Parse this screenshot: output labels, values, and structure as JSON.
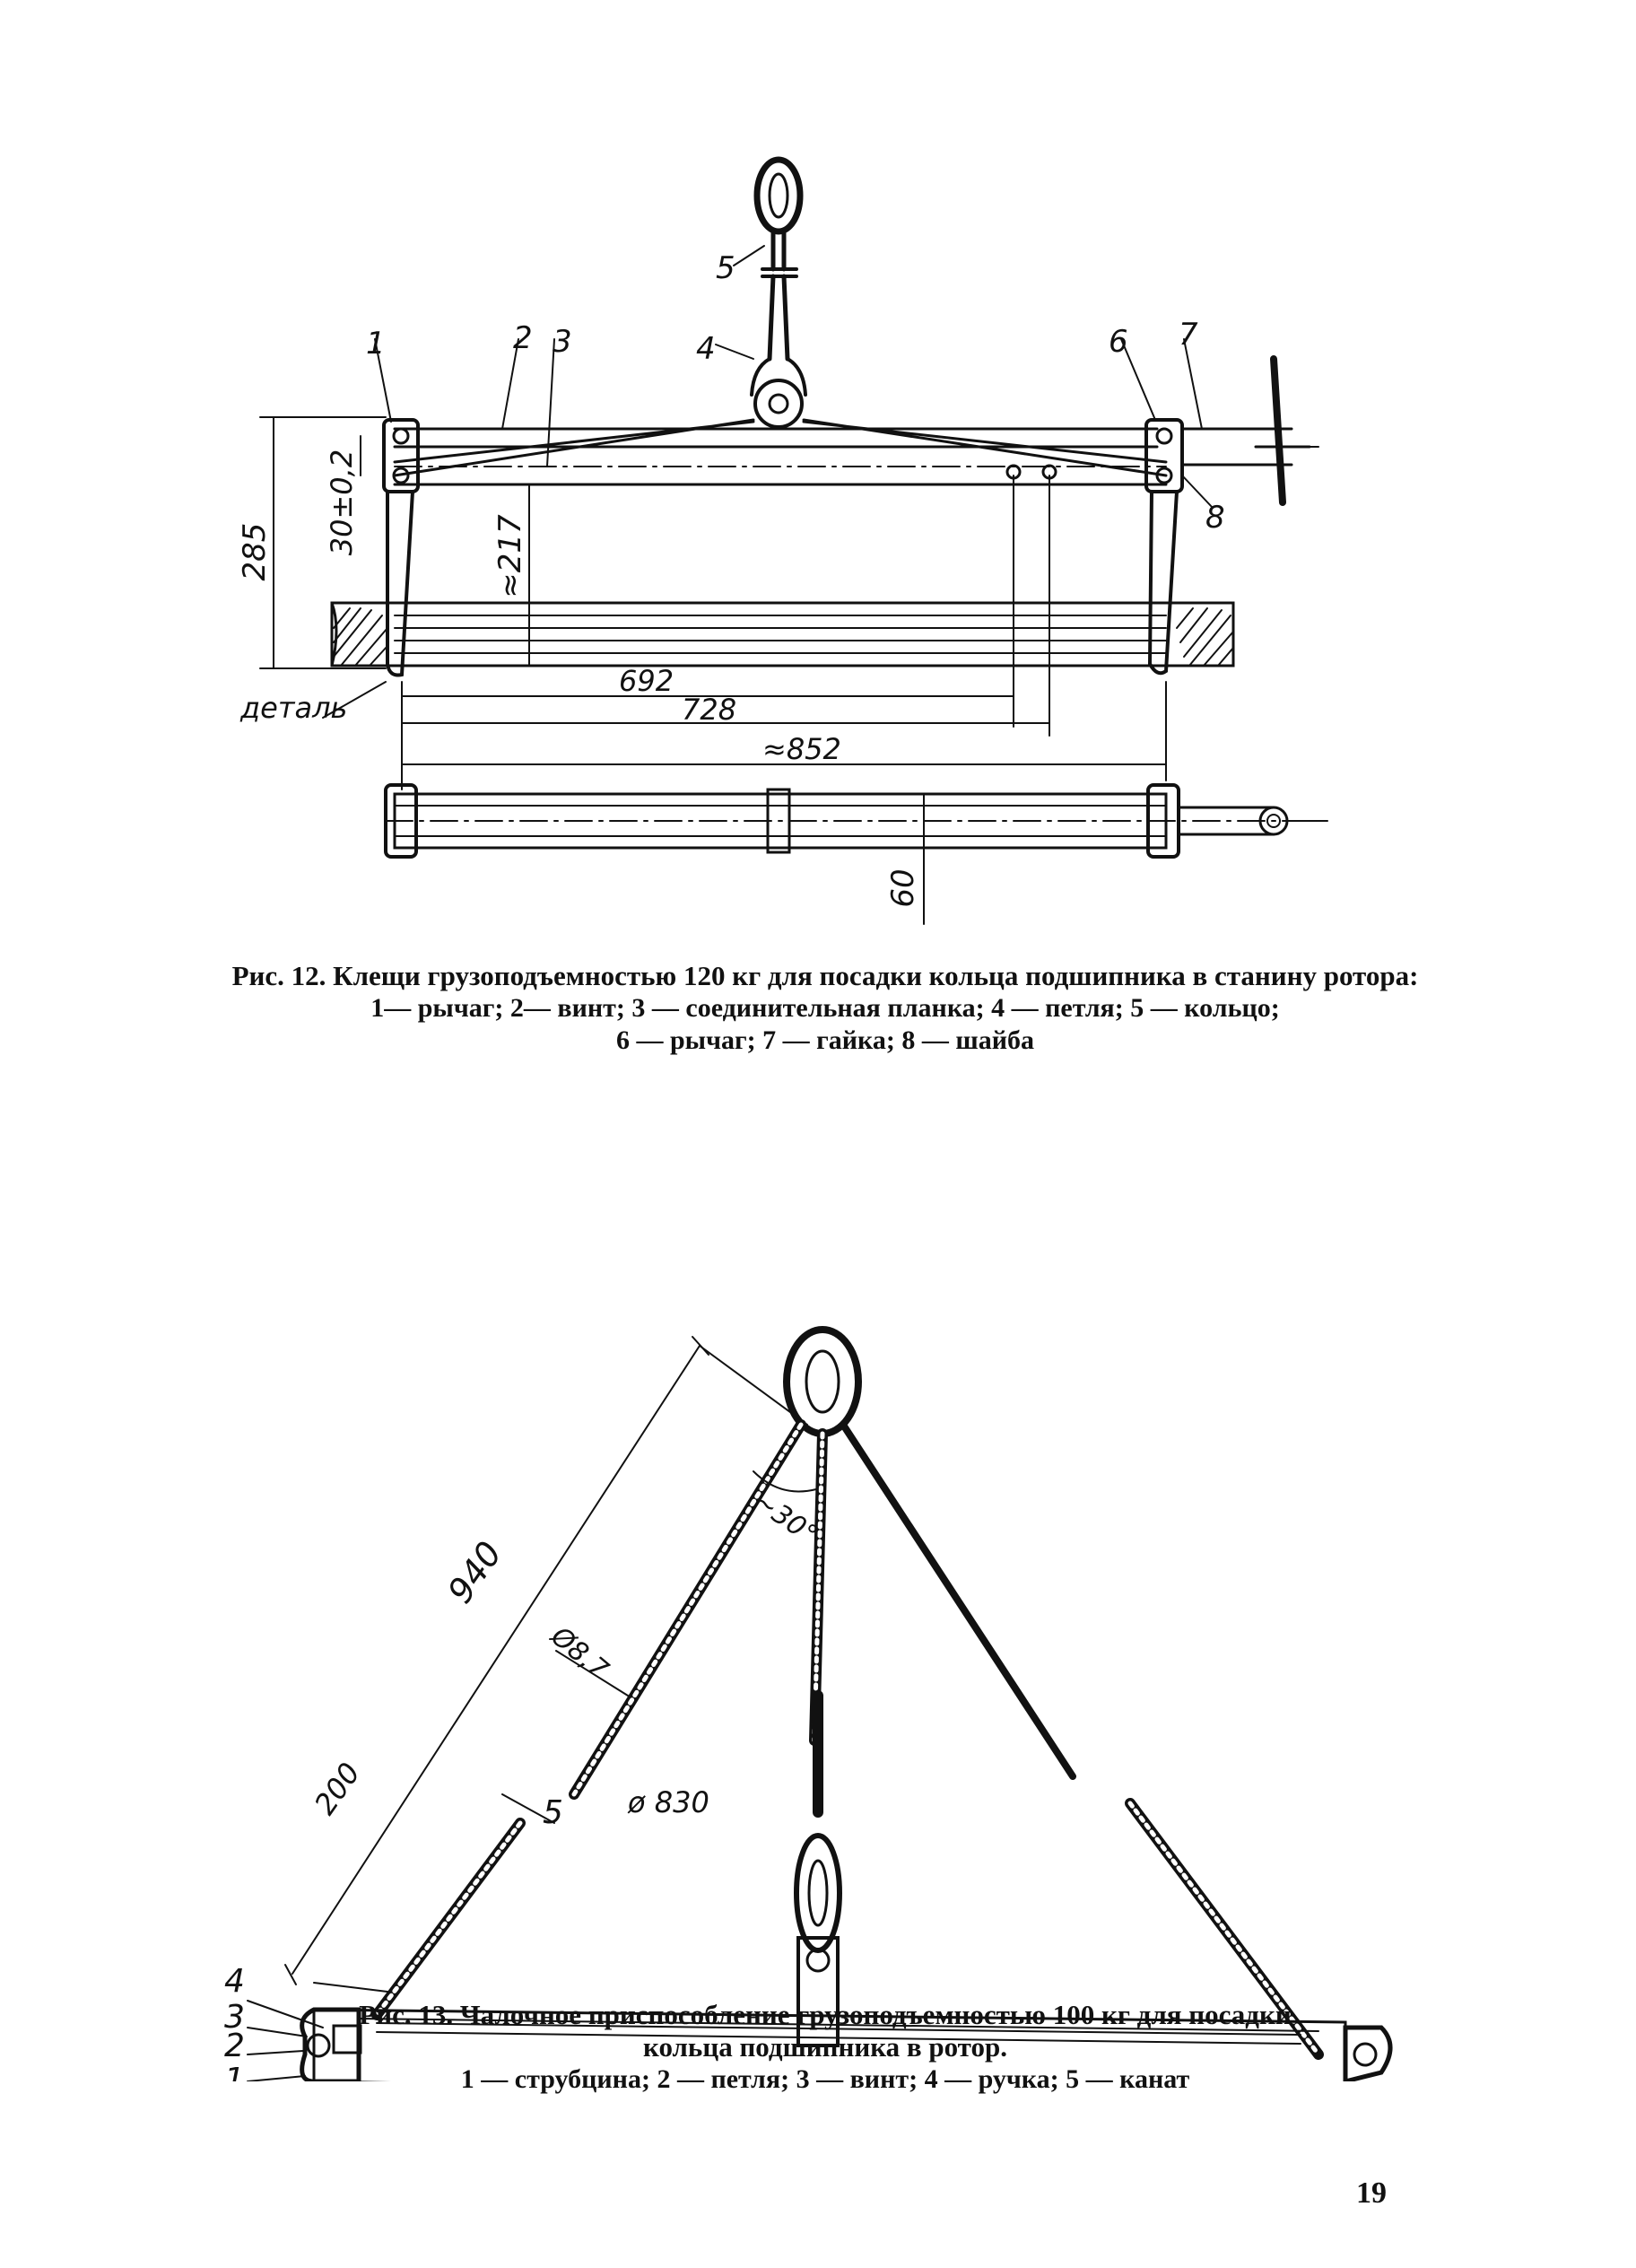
{
  "figure12": {
    "labels": {
      "n1": "1",
      "n2": "2",
      "n3": "3",
      "n4": "4",
      "n5": "5",
      "n6": "6",
      "n7": "7",
      "n8": "8",
      "dim_285": "285",
      "dim_30": "30±0,2",
      "dim_217": "≈217",
      "dim_692": "692",
      "dim_728": "728",
      "dim_852": "≈852",
      "dim_60": "60",
      "detail": "деталь"
    },
    "caption": "Рис. 12. Клещи грузоподъемностью 120 кг для посадки кольца подшипника в станину ротора:",
    "legend_line1": "1— рычаг; 2— винт; 3 — соединительная планка; 4 — петля; 5 — кольцо;",
    "legend_line2": "6 — рычаг; 7 — гайка; 8 — шайба"
  },
  "figure13": {
    "labels": {
      "n1": "1",
      "n2": "2",
      "n3": "3",
      "n4": "4",
      "n5": "5",
      "dim_940": "940",
      "dim_200": "200",
      "dim_87": "Ø8,7",
      "dim_30deg": "~30°",
      "dim_830": "ø 830"
    },
    "caption_line1": "Рис. 13. Чалочное приспособление грузоподъемностью 100 кг для посадки",
    "caption_line2": "кольца подшипника в ротор.",
    "legend": "1 — струбцина; 2 — петля; 3 — винт; 4 — ручка; 5 — канат"
  },
  "page_number": "19"
}
